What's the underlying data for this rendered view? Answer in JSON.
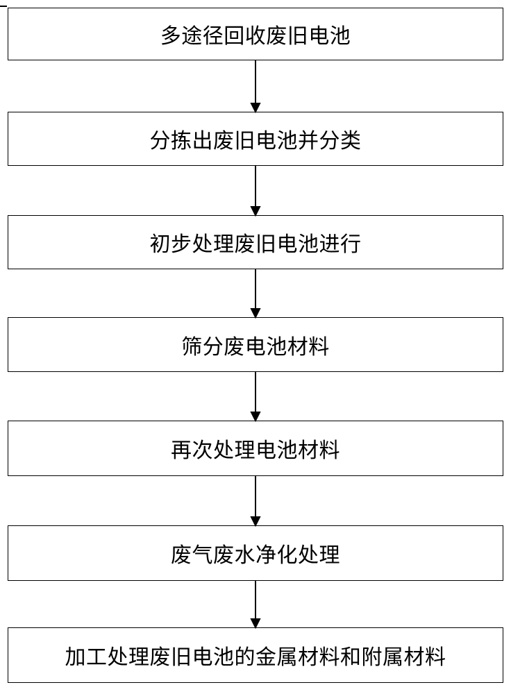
{
  "steps": [
    {
      "label": "多途径回收废旧电池"
    },
    {
      "label": "分拣出废旧电池并分类"
    },
    {
      "label": "初步处理废旧电池进行"
    },
    {
      "label": "筛分废电池材料"
    },
    {
      "label": "再次处理电池材料"
    },
    {
      "label": "废气废水净化处理"
    },
    {
      "label": "加工处理废旧电池的金属材料和附属材料"
    }
  ],
  "colors": {
    "line": "#000000",
    "background": "#ffffff"
  }
}
